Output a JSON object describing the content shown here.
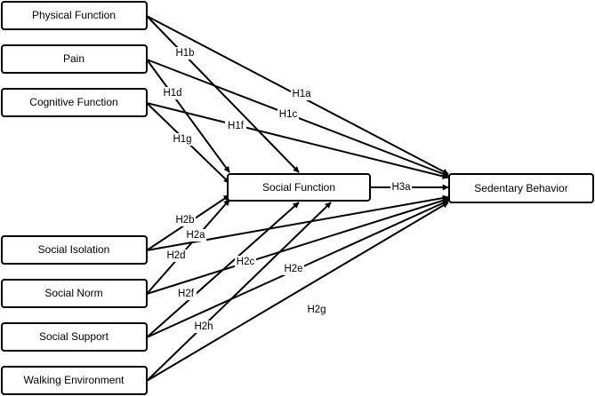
{
  "nodes": {
    "physical": "Physical Function",
    "pain": "Pain",
    "cognitive": "Cognitive Function",
    "isolation": "Social Isolation",
    "norm": "Social Norm",
    "support": "Social Support",
    "walking": "Walking Environment",
    "social_function": "Social Function",
    "sedentary": "Sedentary Behavior"
  },
  "edges": [
    {
      "id": "h1a",
      "from": "physical",
      "to": "sedentary",
      "label": "H1a"
    },
    {
      "id": "h1b",
      "from": "physical",
      "to": "social_function",
      "label": "H1b"
    },
    {
      "id": "h1c",
      "from": "pain",
      "to": "sedentary",
      "label": "H1c"
    },
    {
      "id": "h1d",
      "from": "pain",
      "to": "social_function",
      "label": "H1d"
    },
    {
      "id": "h1f",
      "from": "cognitive",
      "to": "sedentary",
      "label": "H1f"
    },
    {
      "id": "h1g",
      "from": "cognitive",
      "to": "social_function",
      "label": "H1g"
    },
    {
      "id": "h3a",
      "from": "social_function",
      "to": "sedentary",
      "label": "H3a"
    },
    {
      "id": "h2a",
      "from": "isolation",
      "to": "sedentary",
      "label": "H2a"
    },
    {
      "id": "h2b",
      "from": "isolation",
      "to": "social_function",
      "label": "H2b"
    },
    {
      "id": "h2c",
      "from": "norm",
      "to": "sedentary",
      "label": "H2c"
    },
    {
      "id": "h2d",
      "from": "norm",
      "to": "social_function",
      "label": "H2d"
    },
    {
      "id": "h2e",
      "from": "support",
      "to": "sedentary",
      "label": "H2e"
    },
    {
      "id": "h2f",
      "from": "support",
      "to": "social_function",
      "label": "H2f"
    },
    {
      "id": "h2g",
      "from": "walking",
      "to": "sedentary",
      "label": "H2g"
    },
    {
      "id": "h2h",
      "from": "walking",
      "to": "social_function",
      "label": "H2h"
    }
  ]
}
